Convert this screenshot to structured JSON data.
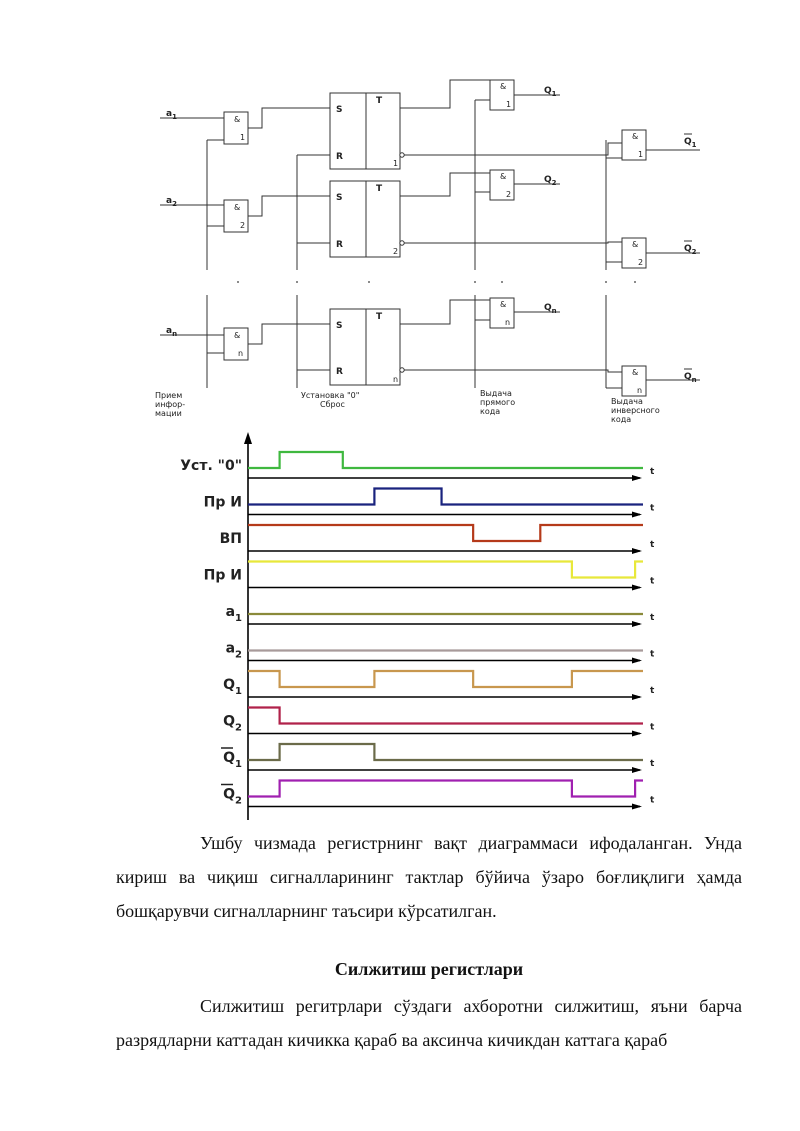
{
  "circuit": {
    "inputs": [
      "a",
      "a",
      "a"
    ],
    "input_subs": [
      "1",
      "2",
      "n"
    ],
    "gate_symbol": "&",
    "input_gate_nums": [
      "1",
      "2",
      "n"
    ],
    "trigger_s": "S",
    "trigger_r": "R",
    "trigger_t": "T",
    "trigger_nums": [
      "1",
      "2",
      "n"
    ],
    "direct_outputs": [
      "Q",
      "Q",
      "Q"
    ],
    "output_subs": [
      "1",
      "2",
      "n"
    ],
    "captions": {
      "receive": [
        "Прием",
        "инфор-",
        "мации"
      ],
      "reset": [
        "Установка \"0\"",
        "Сброс"
      ],
      "direct": [
        "Выдача",
        "прямого",
        "кода"
      ],
      "inverse": [
        "Выдача",
        "инверсного",
        "кода"
      ]
    }
  },
  "chart_data": {
    "type": "timing",
    "time_label": "t",
    "series": [
      {
        "name": "Уст. \"0\"",
        "color": "#3fb83f",
        "base": "low",
        "segments": [
          [
            0,
            0
          ],
          [
            0.08,
            1
          ],
          [
            0.24,
            0
          ]
        ]
      },
      {
        "name": "Пр И",
        "color": "#1a237e",
        "base": "low",
        "segments": [
          [
            0,
            0
          ],
          [
            0.32,
            1
          ],
          [
            0.49,
            0
          ]
        ]
      },
      {
        "name": "ВП",
        "color": "#b53a1a",
        "base": "high",
        "segments": [
          [
            0,
            1
          ],
          [
            0.57,
            0
          ],
          [
            0.74,
            1
          ]
        ]
      },
      {
        "name": "Пр И",
        "color": "#e8e83a",
        "base": "high",
        "segments": [
          [
            0,
            1
          ],
          [
            0.82,
            0
          ],
          [
            0.98,
            1
          ]
        ]
      },
      {
        "name": "a",
        "sub": "1",
        "color": "#8a8a3a",
        "base": "low",
        "segments": [
          [
            0,
            0
          ]
        ]
      },
      {
        "name": "a",
        "sub": "2",
        "color": "#a89a9a",
        "base": "low",
        "segments": [
          [
            0,
            0
          ]
        ]
      },
      {
        "name": "Q",
        "sub": "1",
        "color": "#c8974e",
        "base": "high",
        "segments": [
          [
            0,
            1
          ],
          [
            0.08,
            0
          ],
          [
            0.32,
            1
          ],
          [
            0.57,
            0
          ],
          [
            0.82,
            1
          ]
        ]
      },
      {
        "name": "Q",
        "sub": "2",
        "color": "#b0224a",
        "base": "high",
        "segments": [
          [
            0,
            1
          ],
          [
            0.08,
            0
          ]
        ]
      },
      {
        "name": "Q",
        "sub": "1",
        "overline": true,
        "color": "#6b6b4a",
        "base": "low",
        "segments": [
          [
            0,
            0
          ],
          [
            0.08,
            1
          ],
          [
            0.32,
            0
          ]
        ]
      },
      {
        "name": "Q",
        "sub": "2",
        "overline": true,
        "color": "#a020b0",
        "base": "low",
        "segments": [
          [
            0,
            0
          ],
          [
            0.08,
            1
          ],
          [
            0.82,
            0
          ],
          [
            0.98,
            1
          ]
        ]
      }
    ]
  },
  "text": {
    "p1": "Ушбу чизмада регистрнинг вақт диаграммаси ифодаланган. Унда кириш ва чиқиш сигналларининг тактлар бўйича ўзаро боғлиқлиги ҳамда бошқарувчи сигналларнинг таъсири кўрсатилган.",
    "heading": "Силжитиш регистлари",
    "p2": "Силжитиш регитрлари сўздаги ахборотни силжитиш, яъни барча разрядларни каттадан кичикка қараб ва аксинча кичикдан каттага қараб"
  }
}
